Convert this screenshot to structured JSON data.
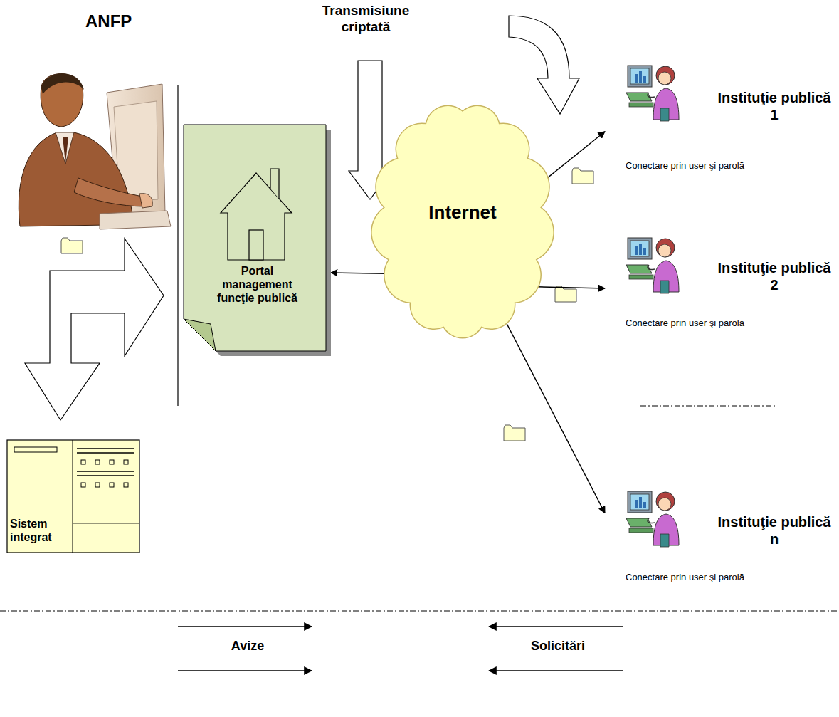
{
  "diagram": {
    "nodes": [
      {
        "text": [
          "Portal management funcţie publică"
        ]
      },
      {
        "text": [
          "Internet"
        ]
      },
      {
        "text": [
          "Instituţie publică 1",
          "Conectare prin user şi parolă"
        ]
      },
      {
        "text": [
          "Instituţie publică 2",
          "Conectare prin user şi parolă"
        ]
      },
      {
        "text": [
          "Instituţie publică n",
          "Conectare prin user şi parolă"
        ]
      },
      {
        "text": [
          "Sistem integrat"
        ]
      }
    ],
    "edges": [
      {
        "from": 0,
        "to": 1,
        "arrow": "both"
      },
      {
        "from": 1,
        "to": 2,
        "arrow": "both"
      },
      {
        "from": 1,
        "to": 3,
        "arrow": "both"
      },
      {
        "from": 1,
        "to": 4,
        "arrow": "both"
      }
    ],
    "labels": [
      "ANFP",
      "Transmisiune criptată",
      "Avize",
      "Solicitări"
    ]
  }
}
